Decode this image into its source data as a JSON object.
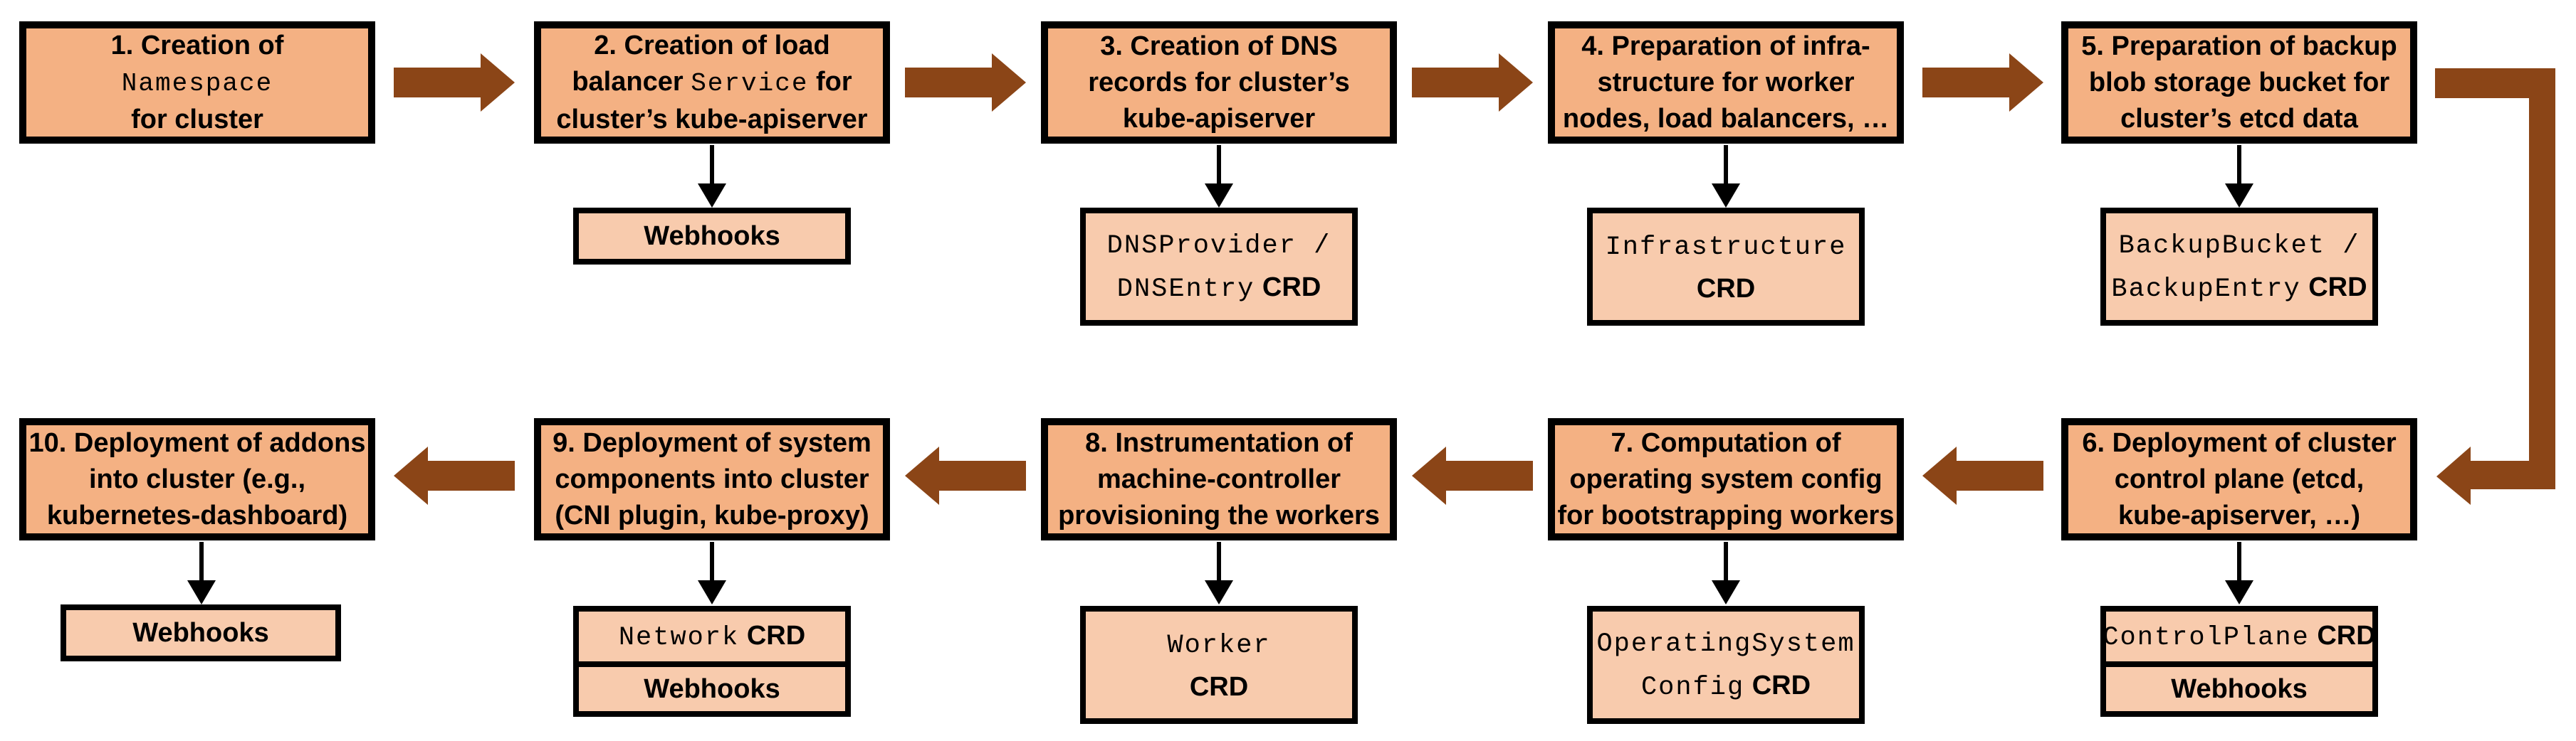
{
  "diagram": {
    "title": "Cluster creation flow: 10 steps with extension CRDs and webhooks",
    "colors": {
      "background": "#ffffff",
      "main_box_fill": "#F4B183",
      "child_box_fill": "#F8CBAD",
      "box_border": "#000000",
      "flow_arrow": "#8B4517",
      "connector_arrow": "#000000",
      "text": "#000000"
    },
    "steps": [
      {
        "num": 1,
        "lines": [
          [
            {
              "t": "1. Creation of"
            }
          ],
          [
            {
              "t": "Namespace",
              "code": true
            }
          ],
          [
            {
              "t": "for cluster"
            }
          ]
        ],
        "child": null
      },
      {
        "num": 2,
        "lines": [
          [
            {
              "t": "2. Creation of load"
            }
          ],
          [
            {
              "t": "balancer "
            },
            {
              "t": "Service",
              "code": true
            },
            {
              "t": " for"
            }
          ],
          [
            {
              "t": "cluster’s kube-apiserver"
            }
          ]
        ],
        "child": {
          "cells": [
            [
              [
                {
                  "t": "Webhooks"
                }
              ]
            ]
          ]
        }
      },
      {
        "num": 3,
        "lines": [
          [
            {
              "t": "3. Creation of DNS"
            }
          ],
          [
            {
              "t": "records for cluster’s"
            }
          ],
          [
            {
              "t": "kube-apiserver"
            }
          ]
        ],
        "child": {
          "cells": [
            [
              [
                {
                  "t": "DNSProvider /",
                  "code": true
                }
              ],
              [
                {
                  "t": "DNSEntry",
                  "code": true
                },
                {
                  "t": " CRD"
                }
              ]
            ]
          ]
        }
      },
      {
        "num": 4,
        "lines": [
          [
            {
              "t": "4. Preparation of infra-"
            }
          ],
          [
            {
              "t": "structure for worker"
            }
          ],
          [
            {
              "t": "nodes, load balancers, …"
            }
          ]
        ],
        "child": {
          "cells": [
            [
              [
                {
                  "t": "Infrastructure",
                  "code": true
                }
              ],
              [
                {
                  "t": "CRD"
                }
              ]
            ]
          ]
        }
      },
      {
        "num": 5,
        "lines": [
          [
            {
              "t": "5. Preparation of backup"
            }
          ],
          [
            {
              "t": "blob storage bucket for"
            }
          ],
          [
            {
              "t": "cluster’s etcd data"
            }
          ]
        ],
        "child": {
          "cells": [
            [
              [
                {
                  "t": "BackupBucket /",
                  "code": true
                }
              ],
              [
                {
                  "t": "BackupEntry",
                  "code": true
                },
                {
                  "t": " CRD"
                }
              ]
            ]
          ]
        }
      },
      {
        "num": 6,
        "lines": [
          [
            {
              "t": "6. Deployment of cluster"
            }
          ],
          [
            {
              "t": "control plane (etcd,"
            }
          ],
          [
            {
              "t": "kube-apiserver, …)"
            }
          ]
        ],
        "child": {
          "cells": [
            [
              [
                {
                  "t": "ControlPlane",
                  "code": true
                },
                {
                  "t": " CRD"
                }
              ]
            ],
            [
              [
                {
                  "t": "Webhooks"
                }
              ]
            ]
          ]
        }
      },
      {
        "num": 7,
        "lines": [
          [
            {
              "t": "7. Computation of"
            }
          ],
          [
            {
              "t": "operating system config"
            }
          ],
          [
            {
              "t": "for bootstrapping workers"
            }
          ]
        ],
        "child": {
          "cells": [
            [
              [
                {
                  "t": "OperatingSystem",
                  "code": true
                }
              ],
              [
                {
                  "t": "Config",
                  "code": true
                },
                {
                  "t": " CRD"
                }
              ]
            ]
          ]
        }
      },
      {
        "num": 8,
        "lines": [
          [
            {
              "t": "8. Instrumentation of"
            }
          ],
          [
            {
              "t": "machine-controller"
            }
          ],
          [
            {
              "t": "provisioning the workers"
            }
          ]
        ],
        "child": {
          "cells": [
            [
              [
                {
                  "t": "Worker",
                  "code": true
                }
              ],
              [
                {
                  "t": "CRD"
                }
              ]
            ]
          ]
        }
      },
      {
        "num": 9,
        "lines": [
          [
            {
              "t": "9. Deployment of system"
            }
          ],
          [
            {
              "t": "components into cluster"
            }
          ],
          [
            {
              "t": "(CNI plugin, kube-proxy)"
            }
          ]
        ],
        "child": {
          "cells": [
            [
              [
                {
                  "t": "Network",
                  "code": true
                },
                {
                  "t": " CRD"
                }
              ]
            ],
            [
              [
                {
                  "t": "Webhooks"
                }
              ]
            ]
          ]
        }
      },
      {
        "num": 10,
        "lines": [
          [
            {
              "t": "10. Deployment of addons"
            }
          ],
          [
            {
              "t": "into cluster (e.g.,"
            }
          ],
          [
            {
              "t": "kubernetes-dashboard)"
            }
          ]
        ],
        "child": {
          "cells": [
            [
              [
                {
                  "t": "Webhooks"
                }
              ]
            ]
          ]
        }
      }
    ]
  }
}
